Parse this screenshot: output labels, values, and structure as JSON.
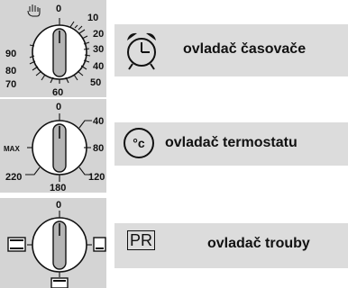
{
  "timer": {
    "label": "ovladač časovače",
    "scale": [
      "0",
      "10",
      "20",
      "30",
      "40",
      "50",
      "60",
      "70",
      "80",
      "90"
    ],
    "hand_icon": "hand-icon",
    "icon": "alarm-clock-icon"
  },
  "thermostat": {
    "label": "ovladač termostatu",
    "scale": [
      "0",
      "40",
      "80",
      "120",
      "180",
      "220",
      "MAX"
    ],
    "icon_text": "°c"
  },
  "oven": {
    "label": "ovladač trouby",
    "scale": [
      "0"
    ],
    "icon_text": "PR",
    "side_symbols": [
      "top-bottom-heat-symbol",
      "bottom-heat-symbol",
      "bottom-heat-symbol-lower"
    ]
  }
}
